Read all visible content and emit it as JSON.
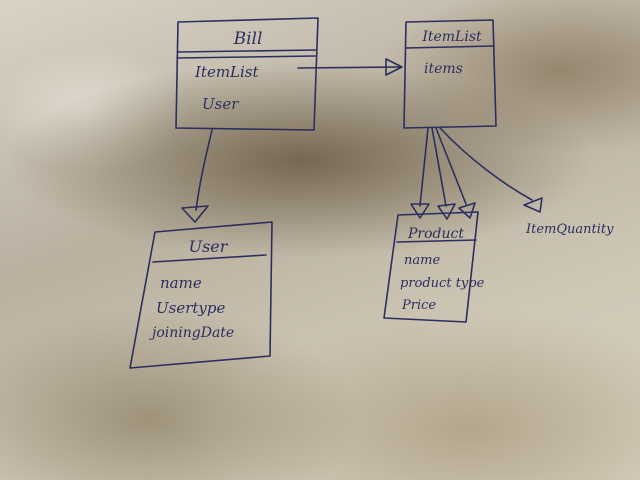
{
  "classes": {
    "bill": {
      "title": "Bill",
      "attrs": [
        "ItemList",
        "User"
      ]
    },
    "itemlist": {
      "title": "ItemList",
      "attrs": [
        "items"
      ]
    },
    "user": {
      "title": "User",
      "attrs": [
        "name",
        "Usertype",
        "joiningDate"
      ]
    },
    "product": {
      "title": "Product",
      "attrs": [
        "name",
        "product type",
        "Price"
      ]
    }
  },
  "labels": {
    "item_quantity": "ItemQuantity"
  },
  "colors": {
    "ink": "#2c2f5e"
  }
}
